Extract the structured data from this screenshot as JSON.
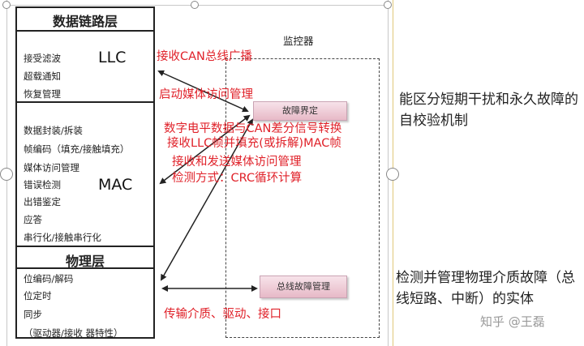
{
  "stack": {
    "datalink_title": "数据链路层",
    "llc_label": "LLC",
    "llc_items": [
      "接受滤波",
      "超载通知",
      "恢复管理"
    ],
    "mac_label": "MAC",
    "mac_items": [
      "数据封装/拆装",
      "帧编码（填充/接触填充）",
      "媒体访问管理",
      "错误检测",
      "出错鉴定",
      "应答",
      "串行化/接触串行化"
    ],
    "physical_title": "物理层",
    "physical_items": [
      "位编码/解码",
      "位定时",
      "同步",
      "（驱动器/接收 器特性）"
    ]
  },
  "annotations": {
    "can_broadcast": "接收CAN总线广播",
    "media_access": "启动媒体访问管理",
    "signal_convert": "数字电平数据与CAN差分信号转换",
    "frame_fill": "接收LLC帧并填充(或拆解)MAC帧",
    "send_recv": "接收和发送媒体访问管理",
    "crc": "检测方式：CRC循环计算",
    "transport": "传输介质、驱动、接口"
  },
  "monitor": {
    "title": "监控器",
    "fault_confine": "故障界定",
    "bus_fault_mgmt": "总线故障管理"
  },
  "notes": {
    "right_top": "能区分短期干扰和永久故障的自校验机制",
    "right_bottom": "检测并管理物理介质故障（总线短路、中断）的实体"
  },
  "watermark": "知乎 @王磊",
  "colors": {
    "annotation": "#e0222a",
    "box_border": "#222222",
    "button_fill": "#ecc4d0"
  }
}
